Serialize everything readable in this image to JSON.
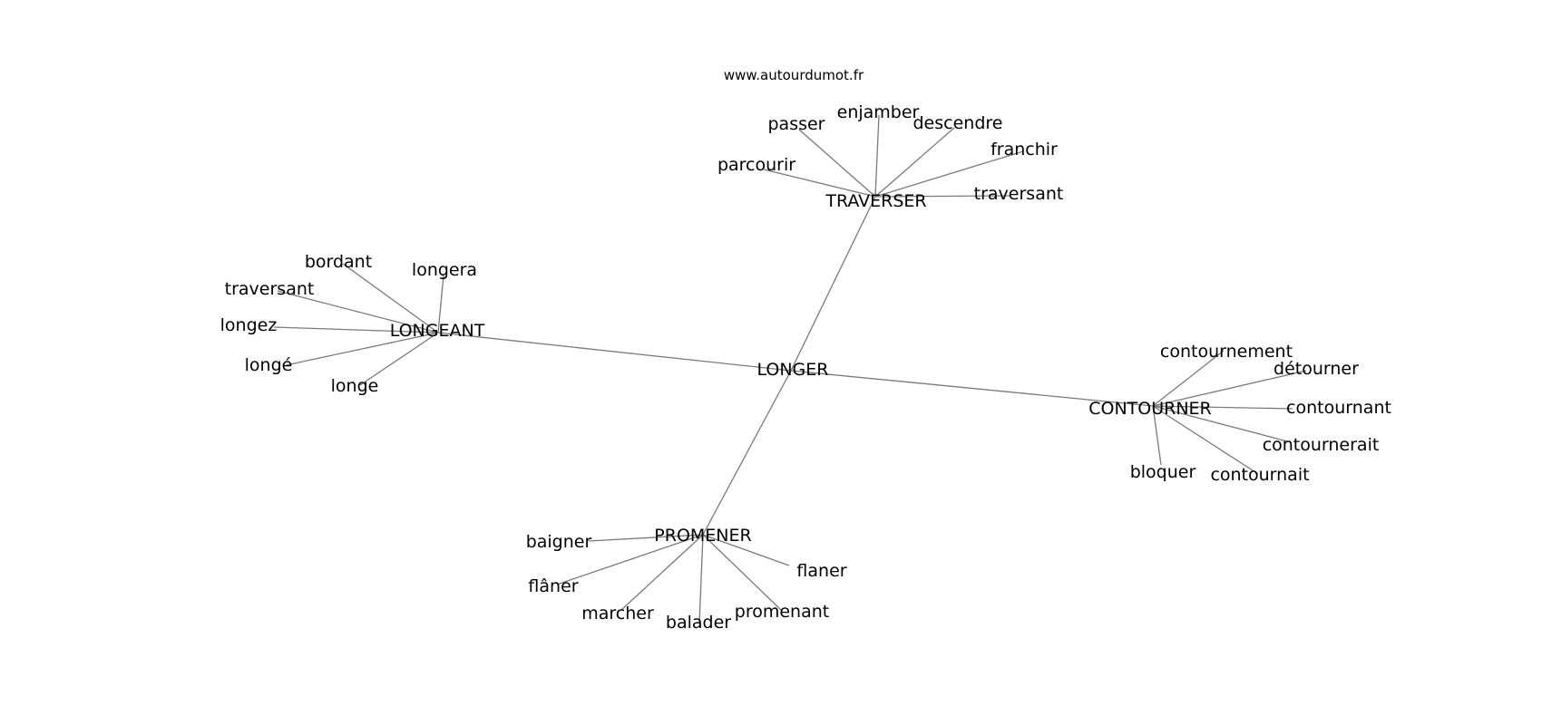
{
  "source": "www.autourdumot.fr",
  "center": {
    "id": "longer",
    "label": "LONGER"
  },
  "hubs": [
    {
      "id": "traverser",
      "label": "TRAVERSER",
      "leaves": [
        {
          "id": "passer",
          "label": "passer"
        },
        {
          "id": "enjamber",
          "label": "enjamber"
        },
        {
          "id": "descendre",
          "label": "descendre"
        },
        {
          "id": "franchir",
          "label": "franchir"
        },
        {
          "id": "parcourir",
          "label": "parcourir"
        },
        {
          "id": "traversant-1",
          "label": "traversant"
        }
      ]
    },
    {
      "id": "longeant",
      "label": "LONGEANT",
      "leaves": [
        {
          "id": "bordant",
          "label": "bordant"
        },
        {
          "id": "longera",
          "label": "longera"
        },
        {
          "id": "traversant-2",
          "label": "traversant"
        },
        {
          "id": "longez",
          "label": "longez"
        },
        {
          "id": "longe-accent",
          "label": "longé"
        },
        {
          "id": "longe",
          "label": "longe"
        }
      ]
    },
    {
      "id": "contourner",
      "label": "CONTOURNER",
      "leaves": [
        {
          "id": "contournement",
          "label": "contournement"
        },
        {
          "id": "detourner",
          "label": "détourner"
        },
        {
          "id": "contournant",
          "label": "contournant"
        },
        {
          "id": "contournerait",
          "label": "contournerait"
        },
        {
          "id": "bloquer",
          "label": "bloquer"
        },
        {
          "id": "contournait",
          "label": "contournait"
        }
      ]
    },
    {
      "id": "promener",
      "label": "PROMENER",
      "leaves": [
        {
          "id": "baigner",
          "label": "baigner"
        },
        {
          "id": "flaner-accent",
          "label": "flâner"
        },
        {
          "id": "flaner",
          "label": "flaner"
        },
        {
          "id": "marcher",
          "label": "marcher"
        },
        {
          "id": "balader",
          "label": "balader"
        },
        {
          "id": "promenant",
          "label": "promenant"
        }
      ]
    }
  ]
}
